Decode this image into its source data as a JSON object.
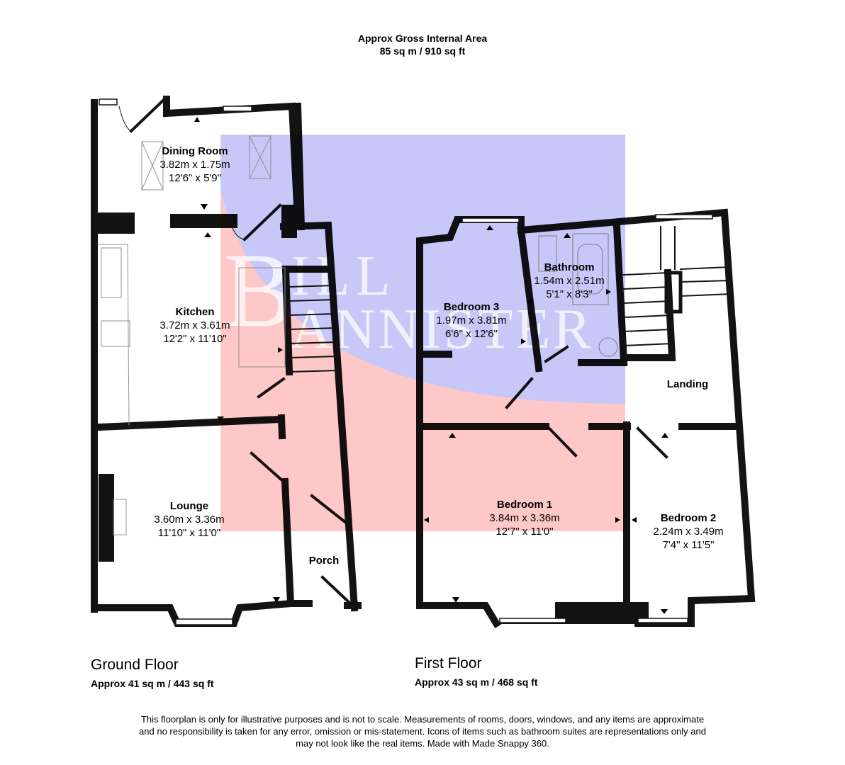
{
  "header": {
    "title_line1": "Approx Gross Internal Area",
    "title_line2": "85 sq m / 910 sq ft"
  },
  "watermark": {
    "initial": "B",
    "line1": "ILL",
    "line2": "ANNISTER",
    "colors": {
      "blue": "#c8c8f8",
      "pink": "#ffc8c8"
    }
  },
  "floors": [
    {
      "name": "Ground Floor",
      "area": "Approx 41 sq m / 443 sq ft",
      "rooms": [
        {
          "name": "Dining Room",
          "metric": "3.82m x 1.75m",
          "imperial": "12'6\" x 5'9\""
        },
        {
          "name": "Kitchen",
          "metric": "3.72m x 3.61m",
          "imperial": "12'2\" x 11'10\""
        },
        {
          "name": "Lounge",
          "metric": "3.60m x 3.36m",
          "imperial": "11'10\" x 11'0\""
        },
        {
          "name": "Porch",
          "metric": "",
          "imperial": ""
        }
      ]
    },
    {
      "name": "First Floor",
      "area": "Approx 43 sq m / 468 sq ft",
      "rooms": [
        {
          "name": "Bedroom 3",
          "metric": "1.97m x 3.81m",
          "imperial": "6'6\" x 12'6\""
        },
        {
          "name": "Bathroom",
          "metric": "1.54m x 2.51m",
          "imperial": "5'1\" x 8'3\""
        },
        {
          "name": "Landing",
          "metric": "",
          "imperial": ""
        },
        {
          "name": "Bedroom 1",
          "metric": "3.84m x 3.36m",
          "imperial": "12'7\" x 11'0\""
        },
        {
          "name": "Bedroom 2",
          "metric": "2.24m x 3.49m",
          "imperial": "7'4\" x 11'5\""
        }
      ]
    }
  ],
  "disclaimer": {
    "line1": "This floorplan is only for illustrative purposes and is not to scale. Measurements of rooms, doors, windows, and any items are approximate",
    "line2": "and no responsibility is taken for any error, omission or mis-statement. Icons of items such as bathroom suites are representations only and",
    "line3": "may not look like the real items. Made with Made Snappy 360."
  }
}
